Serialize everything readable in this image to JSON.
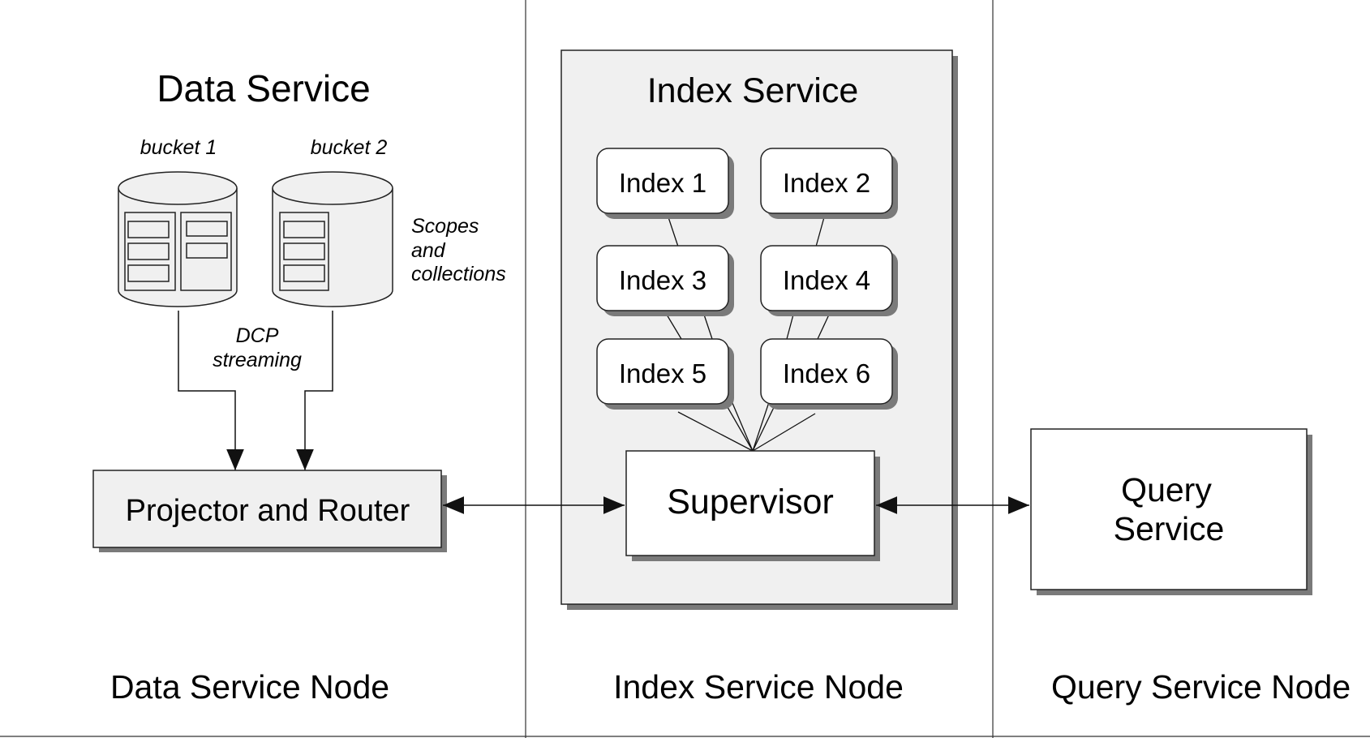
{
  "columns": {
    "data": "Data Service Node",
    "index": "Index Service Node",
    "query": "Query Service Node"
  },
  "data_service": {
    "title": "Data Service",
    "bucket1": "bucket 1",
    "bucket2": "bucket 2",
    "scopes_line1": "Scopes",
    "scopes_line2": "and",
    "scopes_line3": "collections",
    "dcp_line1": "DCP",
    "dcp_line2": "streaming",
    "projector": "Projector and Router"
  },
  "index_service": {
    "title": "Index Service",
    "indexes": [
      "Index 1",
      "Index 2",
      "Index 3",
      "Index 4",
      "Index 5",
      "Index 6"
    ],
    "supervisor": "Supervisor"
  },
  "query_service": {
    "line1": "Query",
    "line2": "Service"
  },
  "colors": {
    "panel_fill": "#f0f0f0",
    "shadow": "#7a7a7a",
    "stroke": "#111111"
  }
}
